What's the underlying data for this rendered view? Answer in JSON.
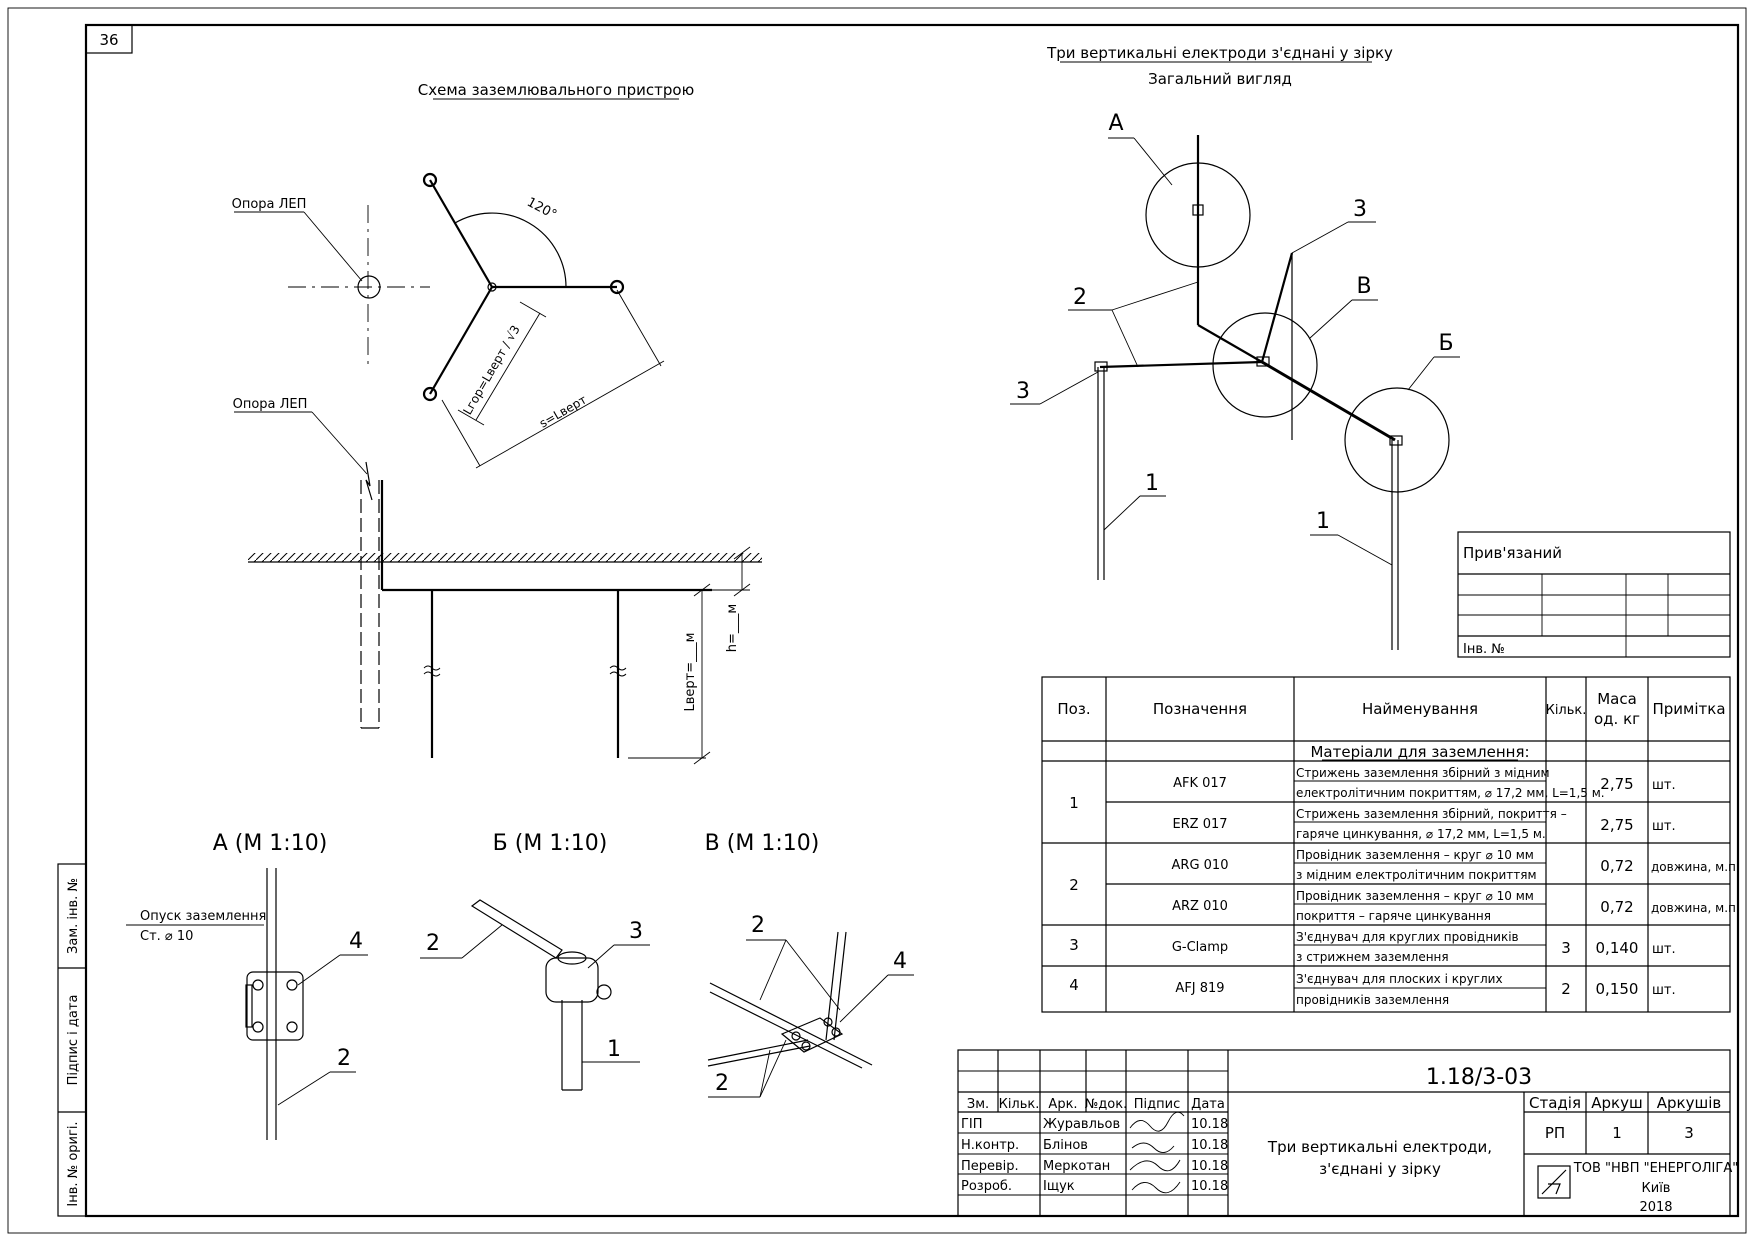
{
  "sheet_number": "36",
  "schema": {
    "title": "Схема заземлювального пристрою",
    "support_label_1": "Опора ЛЕП",
    "support_label_2": "Опора ЛЕП",
    "angle_label": "120°",
    "l_label": "Lгор=Lверт / √3",
    "s_label": "s=Lверт",
    "lvert_label": "Lверт=___м",
    "h_label": "h=___м"
  },
  "general_view": {
    "title_line1": "Три вертикальні електроди з'єднані у зірку",
    "title_line2": "Загальний вигляд",
    "callouts": {
      "A": "А",
      "B": "В",
      "Bb": "Б",
      "n1a": "1",
      "n1b": "1",
      "n2": "2",
      "n3a": "3",
      "n3b": "3"
    }
  },
  "details": {
    "a": {
      "title": "А (М 1:10)",
      "note_line1": "Опуск заземлення",
      "note_line2": "Ст. ⌀ 10",
      "n4": "4",
      "n2": "2"
    },
    "b": {
      "title": "Б (М 1:10)",
      "n2": "2",
      "n3": "3",
      "n1": "1"
    },
    "v": {
      "title": "В (М 1:10)",
      "n2a": "2",
      "n4": "4",
      "n2b": "2"
    }
  },
  "binding_box": {
    "title": "Прив'язаний",
    "inv_label": "Інв. №"
  },
  "spec_table": {
    "headers": {
      "pos": "Поз.",
      "designation": "Позначення",
      "name": "Найменування",
      "qty": "Кільк.",
      "mass_1": "Маса",
      "mass_2": "од. кг",
      "note": "Примітка"
    },
    "section_title": "Матеріали для заземлення:",
    "rows": [
      {
        "pos": "1",
        "des": "AFK 017",
        "name1": "Стрижень заземлення збірний з мідним",
        "name2": "електролітичним покриттям, ⌀ 17,2 мм, L=1,5 м.",
        "qty": "",
        "mass": "2,75",
        "note": "шт."
      },
      {
        "pos": "",
        "des": "ERZ 017",
        "name1": "Стрижень заземлення збірний, покриття –",
        "name2": "гаряче цинкування, ⌀ 17,2 мм, L=1,5 м.",
        "qty": "",
        "mass": "2,75",
        "note": "шт."
      },
      {
        "pos": "2",
        "des": "ARG 010",
        "name1": "Провідник заземлення – круг ⌀ 10 мм",
        "name2": "з мідним електролітичним покриттям",
        "qty": "",
        "mass": "0,72",
        "note": "довжина, м.п."
      },
      {
        "pos": "",
        "des": "ARZ 010",
        "name1": "Провідник заземлення – круг ⌀ 10 мм",
        "name2": "покриття – гаряче цинкування",
        "qty": "",
        "mass": "0,72",
        "note": "довжина, м.п."
      },
      {
        "pos": "3",
        "des": "G-Clamp",
        "name1": "З'єднувач для круглих провідників",
        "name2": "з стрижнем заземлення",
        "qty": "3",
        "mass": "0,140",
        "note": "шт."
      },
      {
        "pos": "4",
        "des": "AFJ 819",
        "name1": "З'єднувач для плоских і круглих",
        "name2": "провідників заземлення",
        "qty": "2",
        "mass": "0,150",
        "note": "шт."
      }
    ]
  },
  "title_block": {
    "doc_code": "1.18/3-03",
    "col_headers": {
      "zm": "Зм.",
      "kilk": "Кільк.",
      "ark": "Арк.",
      "ndok": "№док.",
      "pidpys": "Підпис",
      "data": "Дата"
    },
    "people": [
      {
        "role": "ГІП",
        "name": "Журавльов",
        "date": "10.18"
      },
      {
        "role": "Н.контр.",
        "name": "Блінов",
        "date": "10.18"
      },
      {
        "role": "Перевір.",
        "name": "Меркотан",
        "date": "10.18"
      },
      {
        "role": "Розроб.",
        "name": "Іщук",
        "date": "10.18"
      }
    ],
    "drawing_name_1": "Три вертикальні електроди,",
    "drawing_name_2": "з'єднані у зірку",
    "stage_label": "Стадія",
    "sheet_label": "Аркуш",
    "sheets_label": "Аркушів",
    "stage": "РП",
    "sheet": "1",
    "sheets": "3",
    "company": "ТОВ \"НВП \"ЕНЕРГОЛІГА\"",
    "city": "Київ",
    "year": "2018"
  },
  "left_strip": {
    "zam_inv": "Зам. інв. №",
    "pidpys_data": "Підпис і дата",
    "inv_orig": "Інв. № оригі."
  }
}
